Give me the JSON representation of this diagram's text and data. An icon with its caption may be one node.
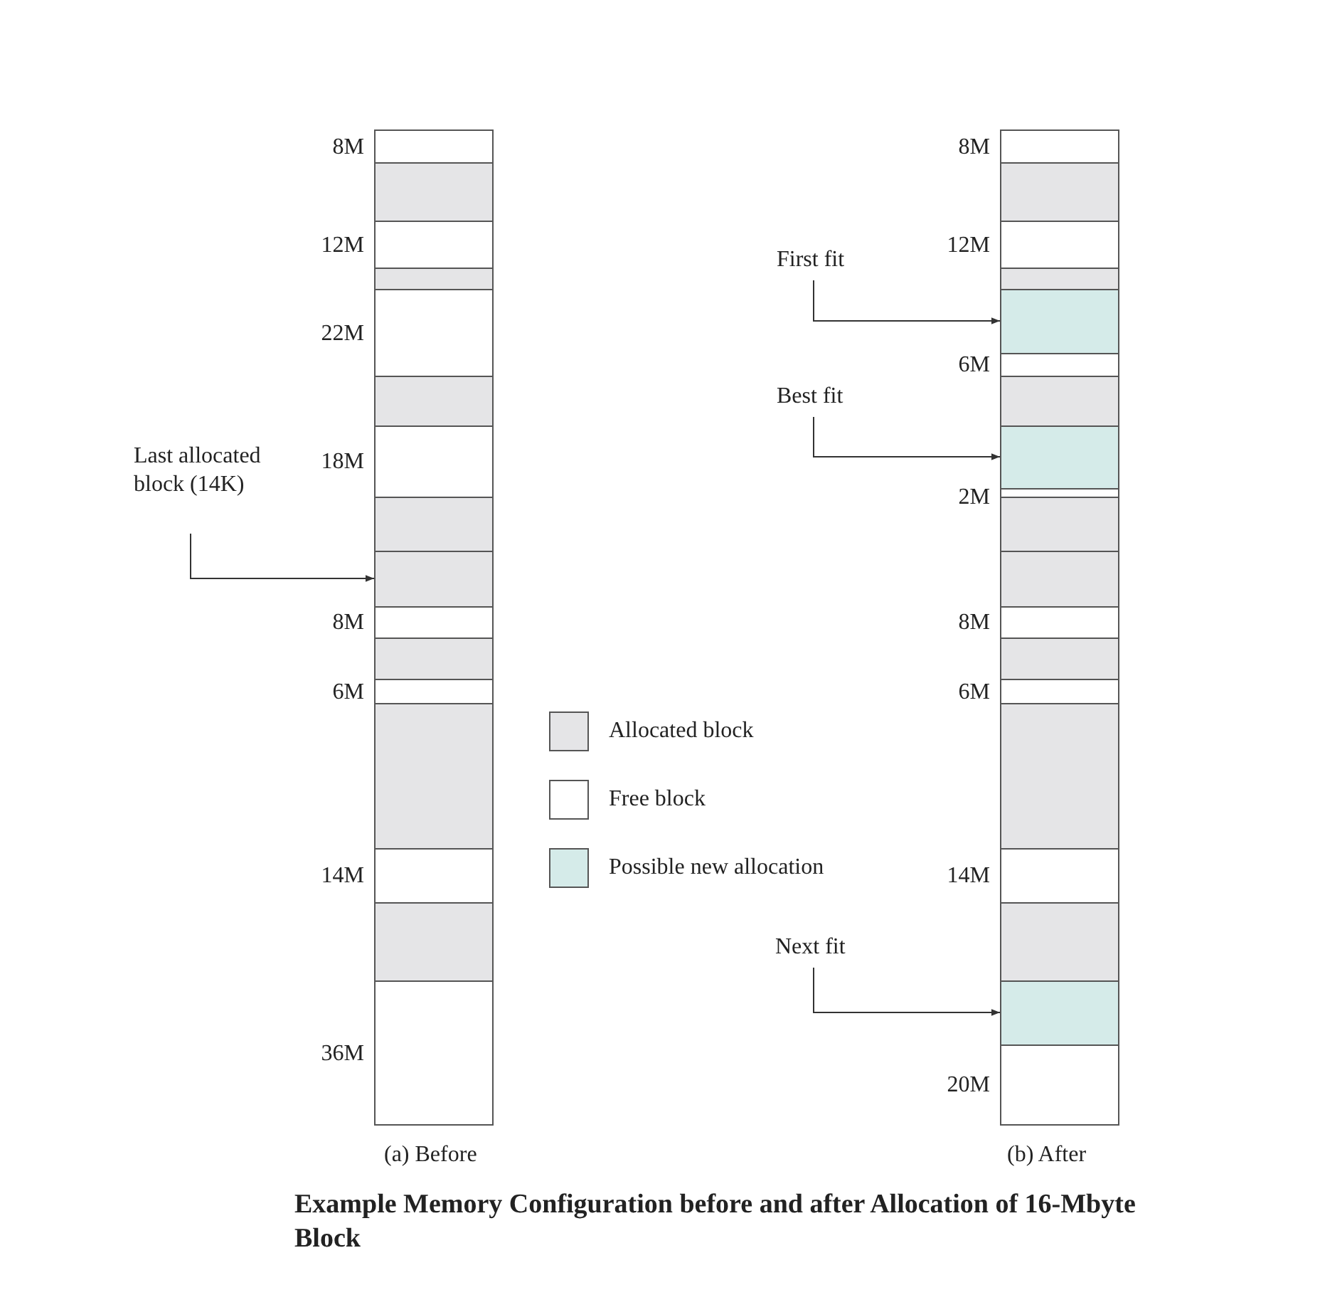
{
  "diagram": {
    "caption": "Example Memory Configuration before and after Allocation of 16-Mbyte Block",
    "nodes": [
      {
        "text": [],
        "shape": "box",
        "beside": [
          "8M"
        ]
      },
      {
        "text": [],
        "shape": "box"
      },
      {
        "text": [],
        "shape": "box",
        "beside": [
          "12M"
        ]
      },
      {
        "text": [],
        "shape": "box"
      },
      {
        "text": [],
        "shape": "box",
        "beside": [
          "22M"
        ]
      },
      {
        "text": [],
        "shape": "box"
      },
      {
        "text": [],
        "shape": "box",
        "beside": [
          "18M"
        ]
      },
      {
        "text": [],
        "shape": "box"
      },
      {
        "text": [],
        "shape": "box"
      },
      {
        "text": [],
        "shape": "box",
        "beside": [
          "8M"
        ]
      },
      {
        "text": [],
        "shape": "box"
      },
      {
        "text": [],
        "shape": "box",
        "beside": [
          "6M"
        ]
      },
      {
        "text": [],
        "shape": "box"
      },
      {
        "text": [],
        "shape": "box",
        "beside": [
          "14M"
        ]
      },
      {
        "text": [],
        "shape": "box"
      },
      {
        "text": [],
        "shape": "box",
        "beside": [
          "36M"
        ]
      },
      {
        "text": [],
        "shape": "box",
        "beside": [
          "8M"
        ]
      },
      {
        "text": [],
        "shape": "box"
      },
      {
        "text": [],
        "shape": "box",
        "beside": [
          "12M"
        ]
      },
      {
        "text": [],
        "shape": "box"
      },
      {
        "text": [],
        "shape": "box"
      },
      {
        "text": [],
        "shape": "box",
        "beside": [
          "6M"
        ]
      },
      {
        "text": [],
        "shape": "box"
      },
      {
        "text": [],
        "shape": "box"
      },
      {
        "text": [],
        "shape": "box",
        "beside": [
          "2M"
        ]
      },
      {
        "text": [],
        "shape": "box"
      },
      {
        "text": [],
        "shape": "box"
      },
      {
        "text": [],
        "shape": "box",
        "beside": [
          "8M"
        ]
      },
      {
        "text": [],
        "shape": "box"
      },
      {
        "text": [],
        "shape": "box",
        "beside": [
          "6M"
        ]
      },
      {
        "text": [],
        "shape": "box"
      },
      {
        "text": [],
        "shape": "box",
        "beside": [
          "14M"
        ]
      },
      {
        "text": [],
        "shape": "box"
      },
      {
        "text": [],
        "shape": "box"
      },
      {
        "text": [],
        "shape": "box",
        "beside": [
          "20M"
        ]
      },
      {
        "text": [
          "Last allocated block (14K)"
        ]
      },
      {
        "text": [
          "First fit"
        ]
      },
      {
        "text": [
          "Best fit"
        ]
      },
      {
        "text": [
          "Next fit"
        ]
      }
    ],
    "edges": [
      {
        "from": 35,
        "to": 8,
        "arrow": "to"
      },
      {
        "from": 36,
        "to": 20,
        "arrow": "to"
      },
      {
        "from": 37,
        "to": 23,
        "arrow": "to"
      },
      {
        "from": 38,
        "to": 33,
        "arrow": "to"
      }
    ],
    "labels": [
      "(a) Before",
      "(b) After"
    ],
    "legend": [
      {
        "text": "Allocated block",
        "color": "#e5e5e7"
      },
      {
        "text": "Free block",
        "color": "#ffffff"
      },
      {
        "text": "Possible new allocation",
        "color": "#d5ebe9"
      }
    ]
  }
}
